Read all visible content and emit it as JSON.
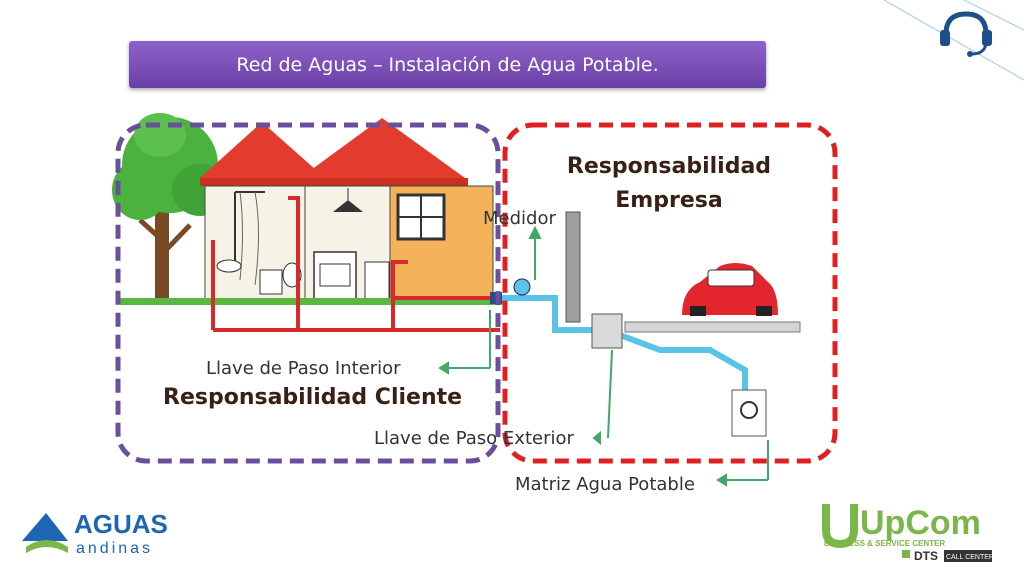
{
  "header": {
    "title": "Red de Aguas – Instalación de Agua Potable."
  },
  "diagram": {
    "labels": {
      "medidor": "Medidor",
      "llave_interior": "Llave de Paso Interior",
      "llave_exterior": "Llave de Paso Exterior",
      "matriz": "Matriz Agua Potable"
    },
    "zones": {
      "cliente": "Responsabilidad Cliente",
      "empresa_line1": "Responsabilidad",
      "empresa_line2": "Empresa"
    },
    "colors": {
      "cliente_border": "#6b4f9c",
      "empresa_border": "#e02020",
      "pipe_interior": "#d82a2a",
      "pipe_exterior": "#59c4e6",
      "arrow": "#3fa96a"
    }
  },
  "logos": {
    "aguas_line1": "AGUAS",
    "aguas_line2": "andinas",
    "upcom_word": "UpCom",
    "upcom_tagline": "BUSINESS & SERVICE CENTER",
    "upcom_sub": "DTS",
    "upcom_sub2": "CALL CENTER"
  },
  "icons": {
    "corner": "headset-icon"
  }
}
